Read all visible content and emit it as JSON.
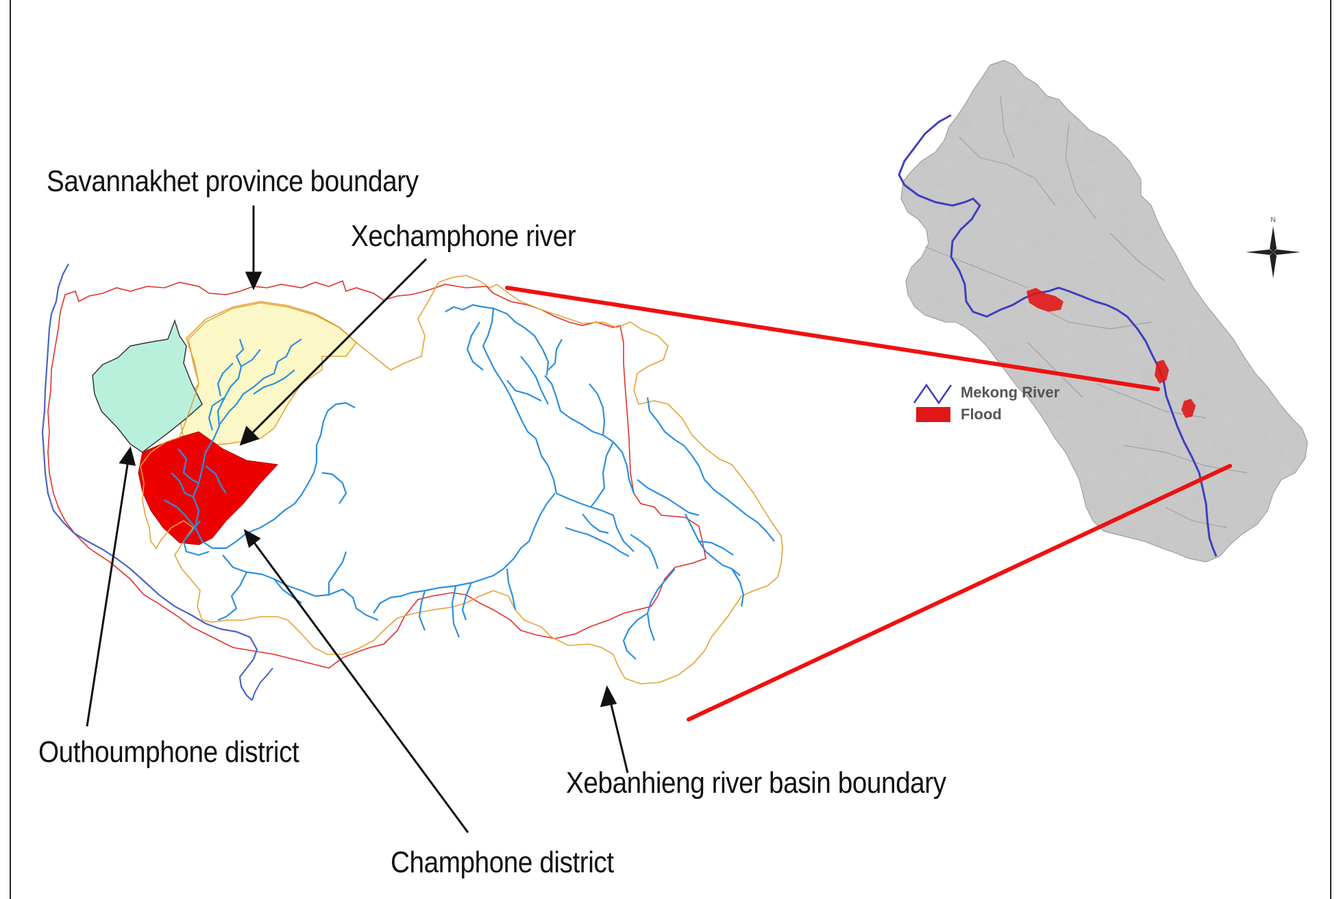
{
  "labels": {
    "province_boundary": "Savannakhet province boundary",
    "xechamphone_river": "Xechamphone river",
    "outhoumphone_district": "Outhoumphone district",
    "champhone_district": "Champhone district",
    "basin_boundary": "Xebanhieng river basin boundary"
  },
  "legend": {
    "mekong": "Mekong River",
    "flood": "Flood"
  },
  "colors": {
    "province_boundary": "#e0302a",
    "basin_boundary": "#e3a235",
    "river": "#2b8fe0",
    "mekong": "#4a63c8",
    "outhoumphone_fill": "#b9f0dc",
    "champhone_fill": "#ee0000",
    "xechamphone_area": "#fbf7c6",
    "callout_line": "#ee1111",
    "relief": "#b9b9b9"
  },
  "icons": {
    "compass": "compass-rose-icon"
  }
}
